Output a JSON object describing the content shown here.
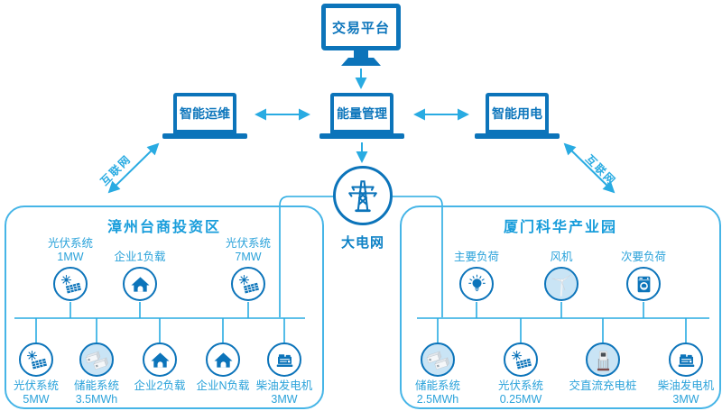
{
  "colors": {
    "dark_blue": "#0c74ba",
    "cyan": "#29abe2",
    "box_border": "#46b5e7",
    "header_blue": "#189ddb",
    "label_blue": "#2aa2da"
  },
  "top_node": {
    "label": "交易平台"
  },
  "laptops": [
    {
      "label": "智能运维"
    },
    {
      "label": "能量管理"
    },
    {
      "label": "智能用电"
    }
  ],
  "internet": {
    "left": "互联网",
    "right": "互联网"
  },
  "grid": {
    "label": "大电网",
    "icon": "transmission-tower-icon"
  },
  "left_box": {
    "title": "漳州台商投资区",
    "top_items": [
      {
        "name": "光伏系统",
        "value": "1MW",
        "icon": "pv-icon"
      },
      {
        "name": "企业1负载",
        "value": "",
        "icon": "house-icon"
      },
      {
        "name": "光伏系统",
        "value": "7MW",
        "icon": "pv-icon"
      }
    ],
    "bottom_items": [
      {
        "name": "光伏系统",
        "value": "5MW",
        "icon": "pv-icon"
      },
      {
        "name": "储能系统",
        "value": "3.5MWh",
        "icon": "battery-storage-icon"
      },
      {
        "name": "企业2负载",
        "value": "",
        "icon": "house-icon"
      },
      {
        "name": "企业N负载",
        "value": "",
        "icon": "house-icon"
      },
      {
        "name": "柴油发电机",
        "value": "3MW",
        "icon": "diesel-generator-icon"
      }
    ]
  },
  "right_box": {
    "title": "厦门科华产业园",
    "top_items": [
      {
        "name": "主要负荷",
        "value": "",
        "icon": "bulb-icon"
      },
      {
        "name": "风机",
        "value": "",
        "icon": "wind-turbine-icon"
      },
      {
        "name": "次要负荷",
        "value": "",
        "icon": "washing-machine-icon"
      }
    ],
    "bottom_items": [
      {
        "name": "储能系统",
        "value": "2.5MWh",
        "icon": "battery-storage-icon"
      },
      {
        "name": "光伏系统",
        "value": "0.25MW",
        "icon": "pv-icon"
      },
      {
        "name": "交直流充电桩",
        "value": "",
        "icon": "charging-pile-icon"
      },
      {
        "name": "柴油发电机",
        "value": "3MW",
        "icon": "diesel-generator-icon"
      }
    ]
  }
}
